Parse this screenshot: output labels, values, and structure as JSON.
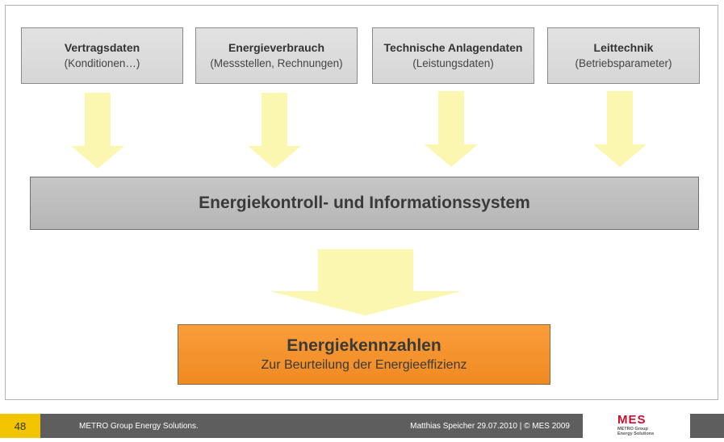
{
  "sources": [
    {
      "title": "Vertragsdaten",
      "subtitle": "(Konditionen…)"
    },
    {
      "title": "Energieverbrauch",
      "subtitle": "(Messstellen, Rechnungen)"
    },
    {
      "title": "Technische Anlagendaten",
      "subtitle": "(Leistungsdaten)"
    },
    {
      "title": "Leittechnik",
      "subtitle": "(Betriebsparameter)"
    }
  ],
  "system": {
    "label": "Energiekontroll- und Informationssystem"
  },
  "result": {
    "title": "Energiekennzahlen",
    "subtitle": "Zur Beurteilung der Energieeffizienz"
  },
  "footer": {
    "page_number": "48",
    "company": "METRO Group Energy Solutions.",
    "author_date": "Matthias Speicher  29.07.2010  | © MES 2009",
    "logo_text": "MES",
    "logo_sub_line1": "METRO Group",
    "logo_sub_line2": "Energy Solutions"
  },
  "colors": {
    "source_fill": "#dcdcdc",
    "system_fill": "#bebebe",
    "result_fill": "#f59530",
    "arrow_fill": "#fbf7b0",
    "page_badge": "#f2c500",
    "footer_bar": "#5e5e5e",
    "logo_red": "#c8102e"
  }
}
